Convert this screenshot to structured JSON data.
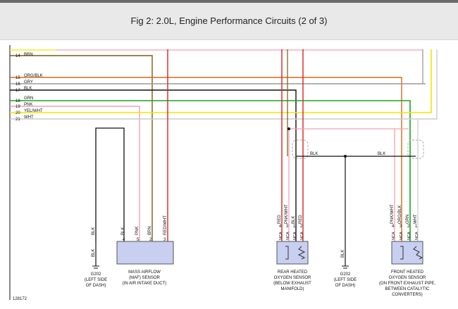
{
  "header": {
    "title": "Fig 2: 2.0L, Engine Performance Circuits (2 of 3)"
  },
  "figure_id": "128172",
  "left_labels": [
    {
      "pin": "14",
      "wire": "BRN"
    },
    {
      "pin": "15",
      "wire": "ORG/BLK"
    },
    {
      "pin": "16",
      "wire": "GRY"
    },
    {
      "pin": "17",
      "wire": "BLK"
    },
    {
      "pin": "18",
      "wire": "GRN"
    },
    {
      "pin": "19",
      "wire": "PNK"
    },
    {
      "pin": "20",
      "wire": "YEL/WHT"
    },
    {
      "pin": "21",
      "wire": "WHT"
    }
  ],
  "splice_labels": [
    "BLK",
    "BLK"
  ],
  "vertical_labels": {
    "g202a": "BLK",
    "g202a_low": "BLK",
    "maf": [
      "BLK",
      "PNK",
      "BRN",
      "RED/WHT"
    ],
    "rear": [
      "RED",
      "PNK/WHT",
      "BLK",
      "RED"
    ],
    "g202b": "BLK",
    "front": [
      "PNK/WHT",
      "ORG/BLK",
      "GRN",
      "WHT"
    ]
  },
  "pin_numbers": {
    "maf": [
      "4",
      "5",
      "2",
      "3"
    ],
    "rear": [
      "4",
      "3",
      "1",
      "2"
    ],
    "front": [
      "4",
      "3",
      "2",
      "1"
    ]
  },
  "nca": "NCA",
  "components": {
    "g202_left": [
      "G202",
      "(LEFT SIDE",
      "OF DASH)"
    ],
    "maf": [
      "MASS AIRFLOW",
      "(MAF) SENSOR",
      "(IN AIR INTAKE DUCT)"
    ],
    "rear_o2": [
      "REAR HEATED",
      "OXYGEN SENSOR",
      "(BELOW EXHAUST",
      "MANIFOLD)"
    ],
    "g202_right": [
      "G202",
      "(LEFT SIDE",
      "OF DASH)"
    ],
    "front_o2": [
      "FRONT HEATED",
      "OXYGEN SENSOR",
      "(ON FRONT EXHAUST PIPE,",
      "BETWEEN CATALYTIC",
      "CONVERTERS)"
    ]
  },
  "colors": {
    "brn": "#7a5a10",
    "org": "#d96a1a",
    "gry": "#9a9a9a",
    "blk": "#111111",
    "grn": "#1aa51a",
    "pnk": "#f3a0b4",
    "yel": "#f2e600",
    "wht": "#cccccc",
    "red": "#e21f1f",
    "box": "#c8cff0"
  }
}
